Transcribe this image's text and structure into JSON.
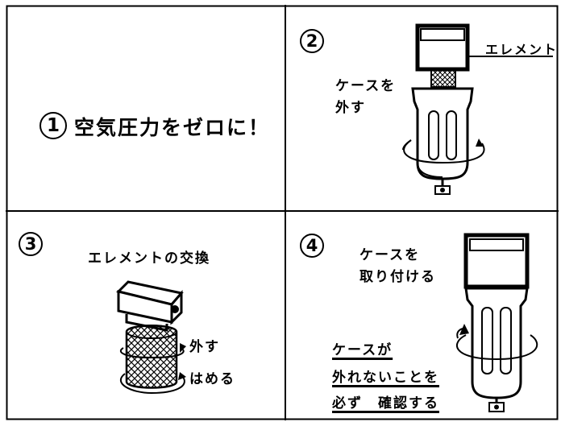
{
  "step1": {
    "number": "1",
    "text": "空気圧力をゼロに！"
  },
  "step2": {
    "number": "2",
    "instruction": [
      "ケースを",
      "外す"
    ],
    "callout": "エレメント"
  },
  "step3": {
    "number": "3",
    "title": "エレメントの交換",
    "remove": "外す",
    "fit": "はめる"
  },
  "step4": {
    "number": "4",
    "instruction": [
      "ケースを",
      "取り付ける"
    ],
    "warning": [
      "ケースが",
      "外れないことを",
      "必ず　確認する"
    ]
  }
}
